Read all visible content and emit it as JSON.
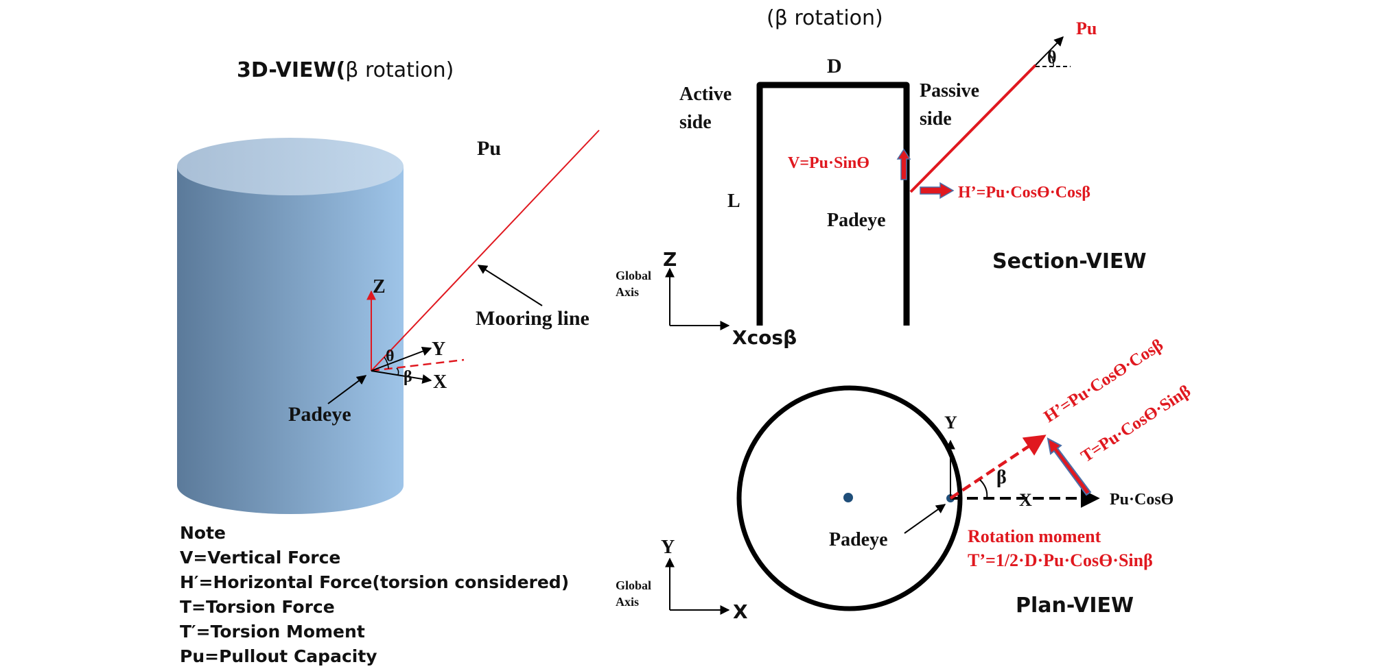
{
  "colors": {
    "accent": "#e0181f",
    "cylinder_light": "#9ec4e8",
    "cylinder_dark": "#5b7a9a",
    "arrow_fill": "#e0181f",
    "arrow_stroke": "#4a6fa8",
    "dot": "#1f4e79"
  },
  "view3d": {
    "title_bold": "3D-VIEW(",
    "title_rest": "β rotation)",
    "pu": "Pu",
    "mooring": "Mooring line",
    "z": "Z",
    "y": "Y",
    "x": "X",
    "theta": "θ",
    "beta": "β",
    "padeye": "Padeye"
  },
  "section": {
    "header": "(β rotation)",
    "d": "D",
    "active": [
      "Active",
      "side"
    ],
    "passive": [
      "Passive",
      "side"
    ],
    "l": "L",
    "v": "V=Pu·Sinϴ",
    "h": "H’=Pu·Cosϴ·Cosβ",
    "padeye": "Padeye",
    "pu": "Pu",
    "theta": "θ",
    "title": "Section-VIEW",
    "axis_label": [
      "Global",
      "Axis"
    ],
    "z": "Z",
    "x": "Xcosβ"
  },
  "plan": {
    "y": "Y",
    "x": "X",
    "beta": "β",
    "h": "H’=Pu·Cosϴ·Cosβ",
    "t": "T=Pu·Cosϴ·Sinβ",
    "pucos": "Pu·Cosϴ",
    "padeye": "Padeye",
    "rot1": "Rotation moment",
    "rot2": "T’=1/2·D·Pu·Cosϴ·Sinβ",
    "title": "Plan-VIEW",
    "axis_label": [
      "Global",
      "Axis"
    ],
    "gy": "Y",
    "gx": "X"
  },
  "note": {
    "heading": "Note",
    "lines": [
      "V=Vertical Force",
      "H′=Horizontal Force(torsion considered)",
      "T=Torsion Force",
      "T′=Torsion Moment",
      "Pu=Pullout Capacity"
    ]
  }
}
